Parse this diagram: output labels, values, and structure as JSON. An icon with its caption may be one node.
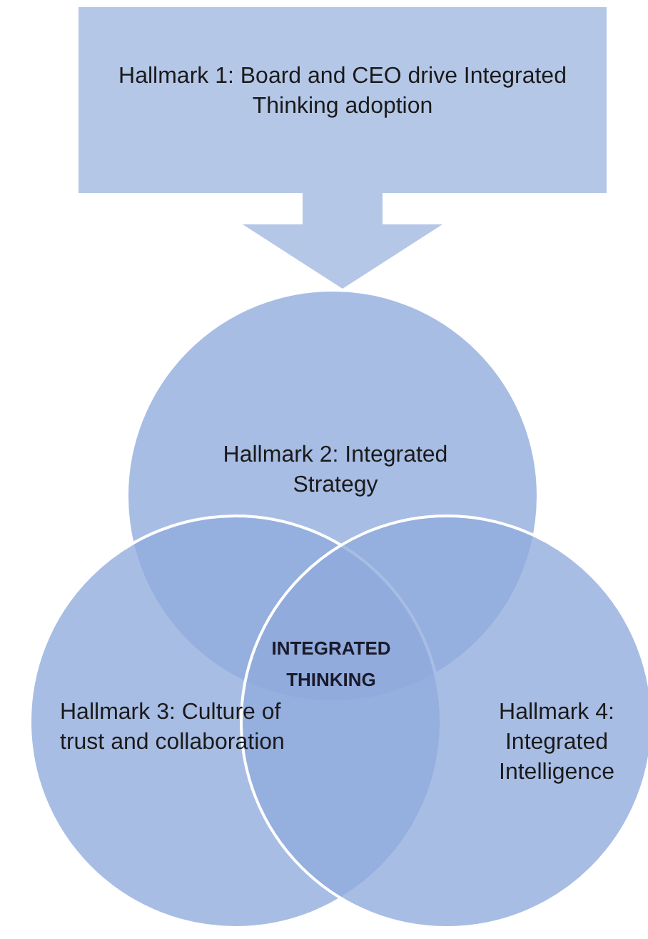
{
  "diagram": {
    "nodes": [
      {
        "text": [
          "Hallmark 1: Board and CEO drive Integrated Thinking adoption"
        ]
      },
      {
        "text": [
          "Hallmark 2: Integrated Strategy"
        ]
      },
      {
        "text": [
          "Hallmark 3: Culture of trust and collaboration"
        ]
      },
      {
        "text": [
          "Hallmark 4: Integrated Intelligence"
        ]
      }
    ],
    "edges": [
      {
        "from": 0,
        "to": 1,
        "arrow": "to"
      }
    ],
    "labels": [
      "INTEGRATED THINKING"
    ]
  }
}
